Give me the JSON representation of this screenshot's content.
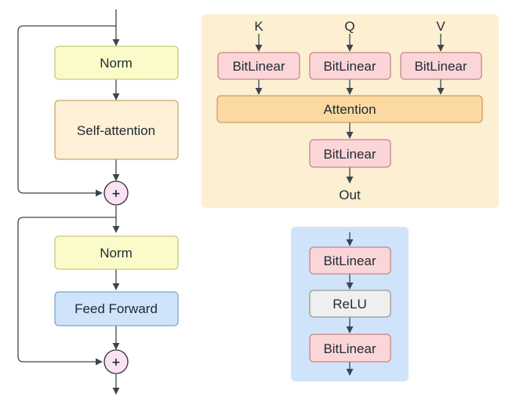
{
  "colors": {
    "norm_fill": "#fbfbc9",
    "norm_stroke": "#c9c97a",
    "attn_fill": "#fdf0d6",
    "attn_stroke": "#c9a86a",
    "ff_fill": "#cfe4fb",
    "ff_stroke": "#7fa4cc",
    "bitlinear_fill": "#fbd6d8",
    "bitlinear_stroke": "#c98488",
    "attention_fill": "#fcd9a1",
    "attention_stroke": "#c9a060",
    "relu_fill": "#efefef",
    "relu_stroke": "#999999",
    "add_fill": "#fbe3f5",
    "add_stroke": "#333333",
    "panel_attn": "#fdefd2",
    "panel_ffn": "#cfe4fb",
    "line": "#3a4650"
  },
  "block": {
    "norm1": "Norm",
    "self_attention": "Self-attention",
    "add": "+",
    "norm2": "Norm",
    "feed_forward": "Feed Forward"
  },
  "attention_panel": {
    "k": "K",
    "q": "Q",
    "v": "V",
    "bitlinear_k": "BitLinear",
    "bitlinear_q": "BitLinear",
    "bitlinear_v": "BitLinear",
    "attention": "Attention",
    "bitlinear_out": "BitLinear",
    "out": "Out"
  },
  "ffn_panel": {
    "bitlinear_1": "BitLinear",
    "relu": "ReLU",
    "bitlinear_2": "BitLinear"
  }
}
